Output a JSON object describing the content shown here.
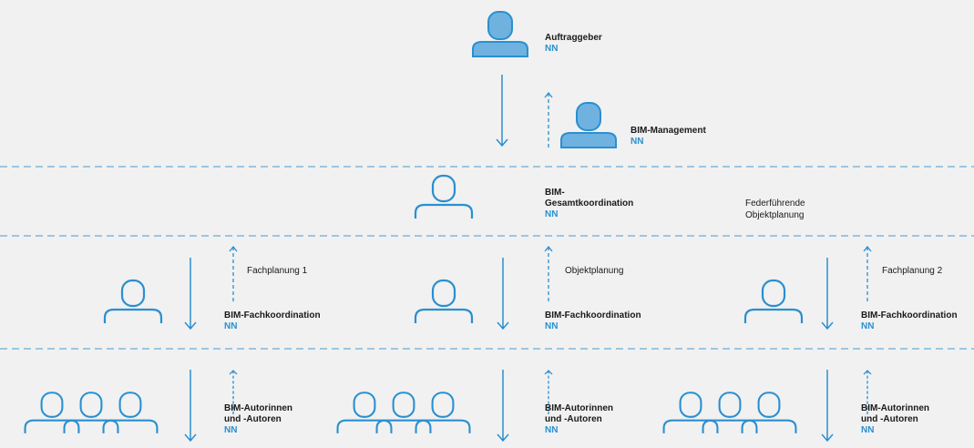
{
  "colors": {
    "accent": "#2a8fd0",
    "filled": "#6fb2e0",
    "background": "#f1f1f1",
    "text": "#1a1a1a"
  },
  "top": {
    "client": {
      "role": "Auftraggeber",
      "name": "NN",
      "icon": "person-filled-icon"
    },
    "management": {
      "role": "BIM-Management",
      "name": "NN",
      "icon": "person-filled-icon"
    }
  },
  "overall": {
    "role_line1": "BIM-",
    "role_line2": "Gesamtkoordination",
    "name": "NN",
    "note_line1": "Federführende",
    "note_line2": "Objektplanung",
    "icon": "person-outline-icon"
  },
  "columns": [
    {
      "planning": "Fachplanung 1",
      "coord_role": "BIM-Fachkoordination",
      "coord_name": "NN",
      "authors_line1": "BIM-Autorinnen",
      "authors_line2": "und -Autoren",
      "authors_name": "NN"
    },
    {
      "planning": "Objektplanung",
      "coord_role": "BIM-Fachkoordination",
      "coord_name": "NN",
      "authors_line1": "BIM-Autorinnen",
      "authors_line2": "und -Autoren",
      "authors_name": "NN"
    },
    {
      "planning": "Fachplanung 2",
      "coord_role": "BIM-Fachkoordination",
      "coord_name": "NN",
      "authors_line1": "BIM-Autorinnen",
      "authors_line2": "und -Autoren",
      "authors_name": "NN"
    }
  ]
}
